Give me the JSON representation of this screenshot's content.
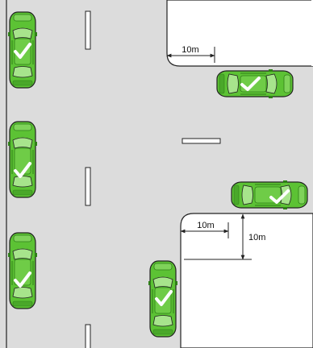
{
  "diagram": {
    "measurements": {
      "top_corner_distance": "10m",
      "bottom_corner_distance": "10m",
      "bottom_corner_vertical": "10m"
    },
    "parked_cars": [
      {
        "id": "left-1",
        "status": "allowed",
        "orientation": "vertical"
      },
      {
        "id": "left-2",
        "status": "allowed",
        "orientation": "vertical"
      },
      {
        "id": "left-3",
        "status": "allowed",
        "orientation": "vertical"
      },
      {
        "id": "side-top",
        "status": "allowed",
        "orientation": "horizontal"
      },
      {
        "id": "side-bottom",
        "status": "allowed",
        "orientation": "horizontal"
      },
      {
        "id": "bottom-center",
        "status": "allowed",
        "orientation": "vertical"
      }
    ],
    "colors": {
      "road": "#dcdcdc",
      "kerb_area": "#ffffff",
      "outline": "#222222",
      "car_body": "#5cc234",
      "car_dark": "#2f7f18",
      "car_light": "#a7e48c",
      "tick": "#ffffff"
    },
    "icons": {
      "status_mark": "check-icon"
    }
  }
}
